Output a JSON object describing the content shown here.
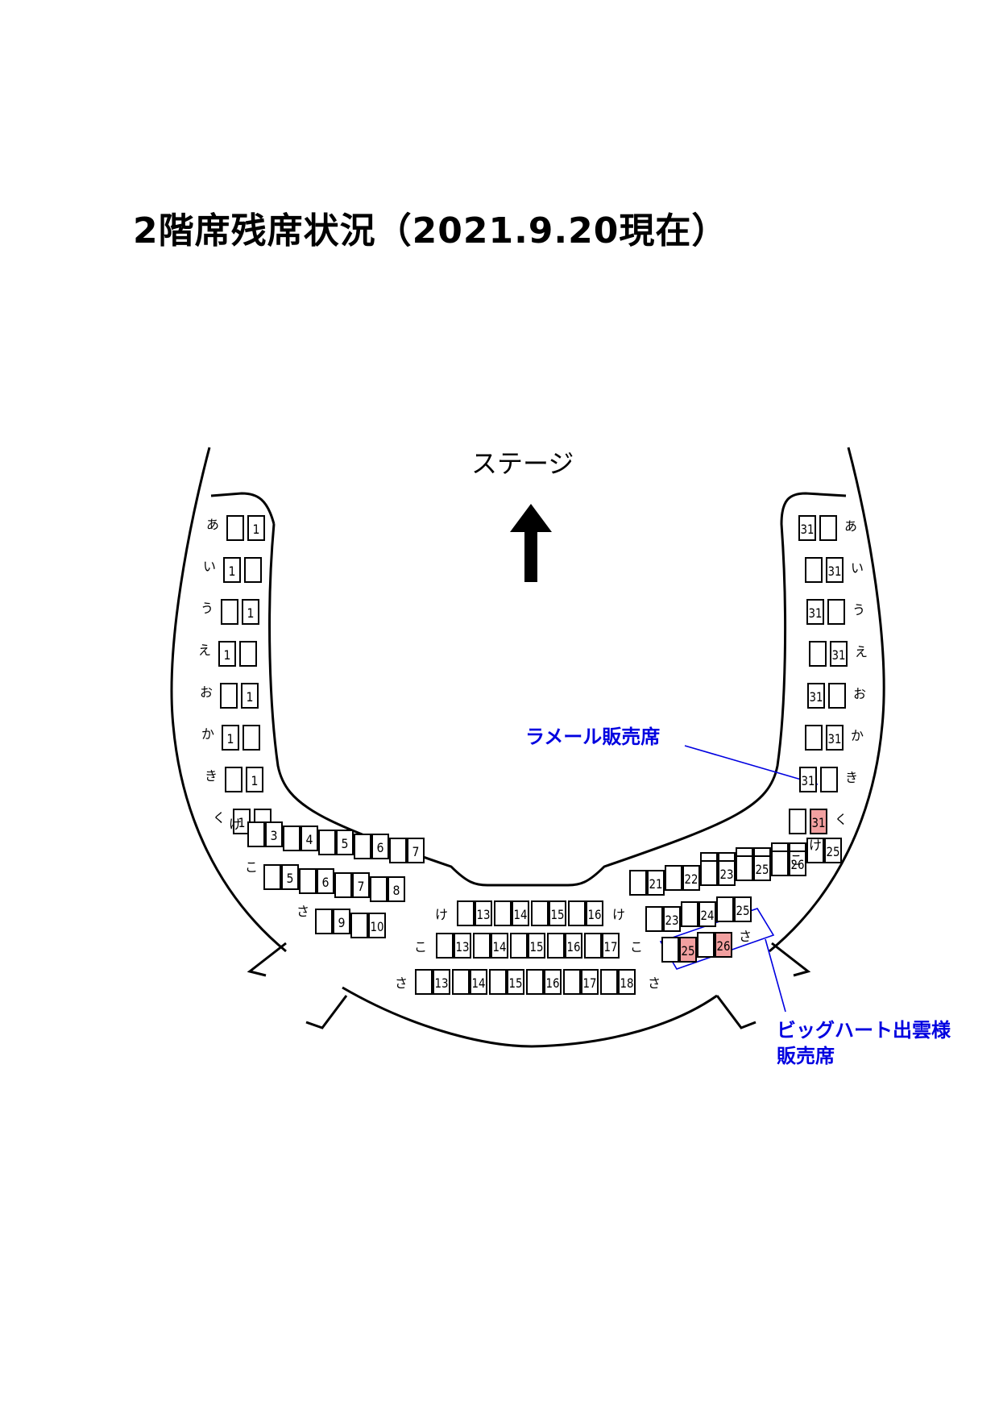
{
  "title": "2階席残席状況（2021.9.20現在）",
  "stage_label": "ステージ",
  "annotations": {
    "lamer": "ラメール販売席",
    "bigheart_line1": "ビッグハート出雲様",
    "bigheart_line2": "販売席"
  },
  "colors": {
    "sold_highlight": "#f2a0a0",
    "annotation": "#0000e0"
  },
  "left_balcony_rows": [
    {
      "label": "あ",
      "numbered_pos": 2,
      "number": "1"
    },
    {
      "label": "い",
      "numbered_pos": 1,
      "number": "1"
    },
    {
      "label": "う",
      "numbered_pos": 2,
      "number": "1"
    },
    {
      "label": "え",
      "numbered_pos": 1,
      "number": "1"
    },
    {
      "label": "お",
      "numbered_pos": 2,
      "number": "1"
    },
    {
      "label": "か",
      "numbered_pos": 1,
      "number": "1"
    },
    {
      "label": "き",
      "numbered_pos": 2,
      "number": "1"
    },
    {
      "label": "く",
      "numbered_pos": 1,
      "number": "1"
    }
  ],
  "right_balcony_rows": [
    {
      "label": "あ",
      "numbered_pos": 1,
      "number": "31",
      "sold": false
    },
    {
      "label": "い",
      "numbered_pos": 2,
      "number": "31",
      "sold": false
    },
    {
      "label": "う",
      "numbered_pos": 1,
      "number": "31",
      "sold": false
    },
    {
      "label": "え",
      "numbered_pos": 2,
      "number": "31",
      "sold": false
    },
    {
      "label": "お",
      "numbered_pos": 1,
      "number": "31",
      "sold": false
    },
    {
      "label": "か",
      "numbered_pos": 2,
      "number": "31",
      "sold": false
    },
    {
      "label": "き",
      "numbered_pos": 1,
      "number": "31",
      "sold": false
    },
    {
      "label": "く",
      "numbered_pos": 2,
      "number": "31",
      "sold": true
    }
  ],
  "left_block": [
    {
      "label": "け",
      "numbers": [
        "3",
        "4",
        "5",
        "6",
        "7"
      ]
    },
    {
      "label": "こ",
      "numbers": [
        "5",
        "6",
        "7",
        "8"
      ]
    },
    {
      "label": "さ",
      "numbers": [
        "9",
        "10"
      ]
    }
  ],
  "center_block": [
    {
      "label": "け",
      "numbers": [
        "13",
        "14",
        "15",
        "16"
      ]
    },
    {
      "label": "こ",
      "numbers": [
        "13",
        "14",
        "15",
        "16",
        "17"
      ]
    },
    {
      "label": "さ",
      "numbers": [
        "13",
        "14",
        "15",
        "16",
        "17",
        "18"
      ]
    }
  ],
  "right_block": [
    {
      "label": "け",
      "numbers": [
        "22",
        "23",
        "24",
        "25"
      ]
    },
    {
      "label": "こ",
      "numbers": [
        "21",
        "22",
        "23",
        "25",
        "26"
      ]
    },
    {
      "label": "",
      "numbers": [
        "23",
        "24",
        "25"
      ]
    },
    {
      "label": "さ",
      "numbers": [
        "25",
        "26"
      ],
      "sold": [
        "25",
        "26"
      ]
    }
  ]
}
